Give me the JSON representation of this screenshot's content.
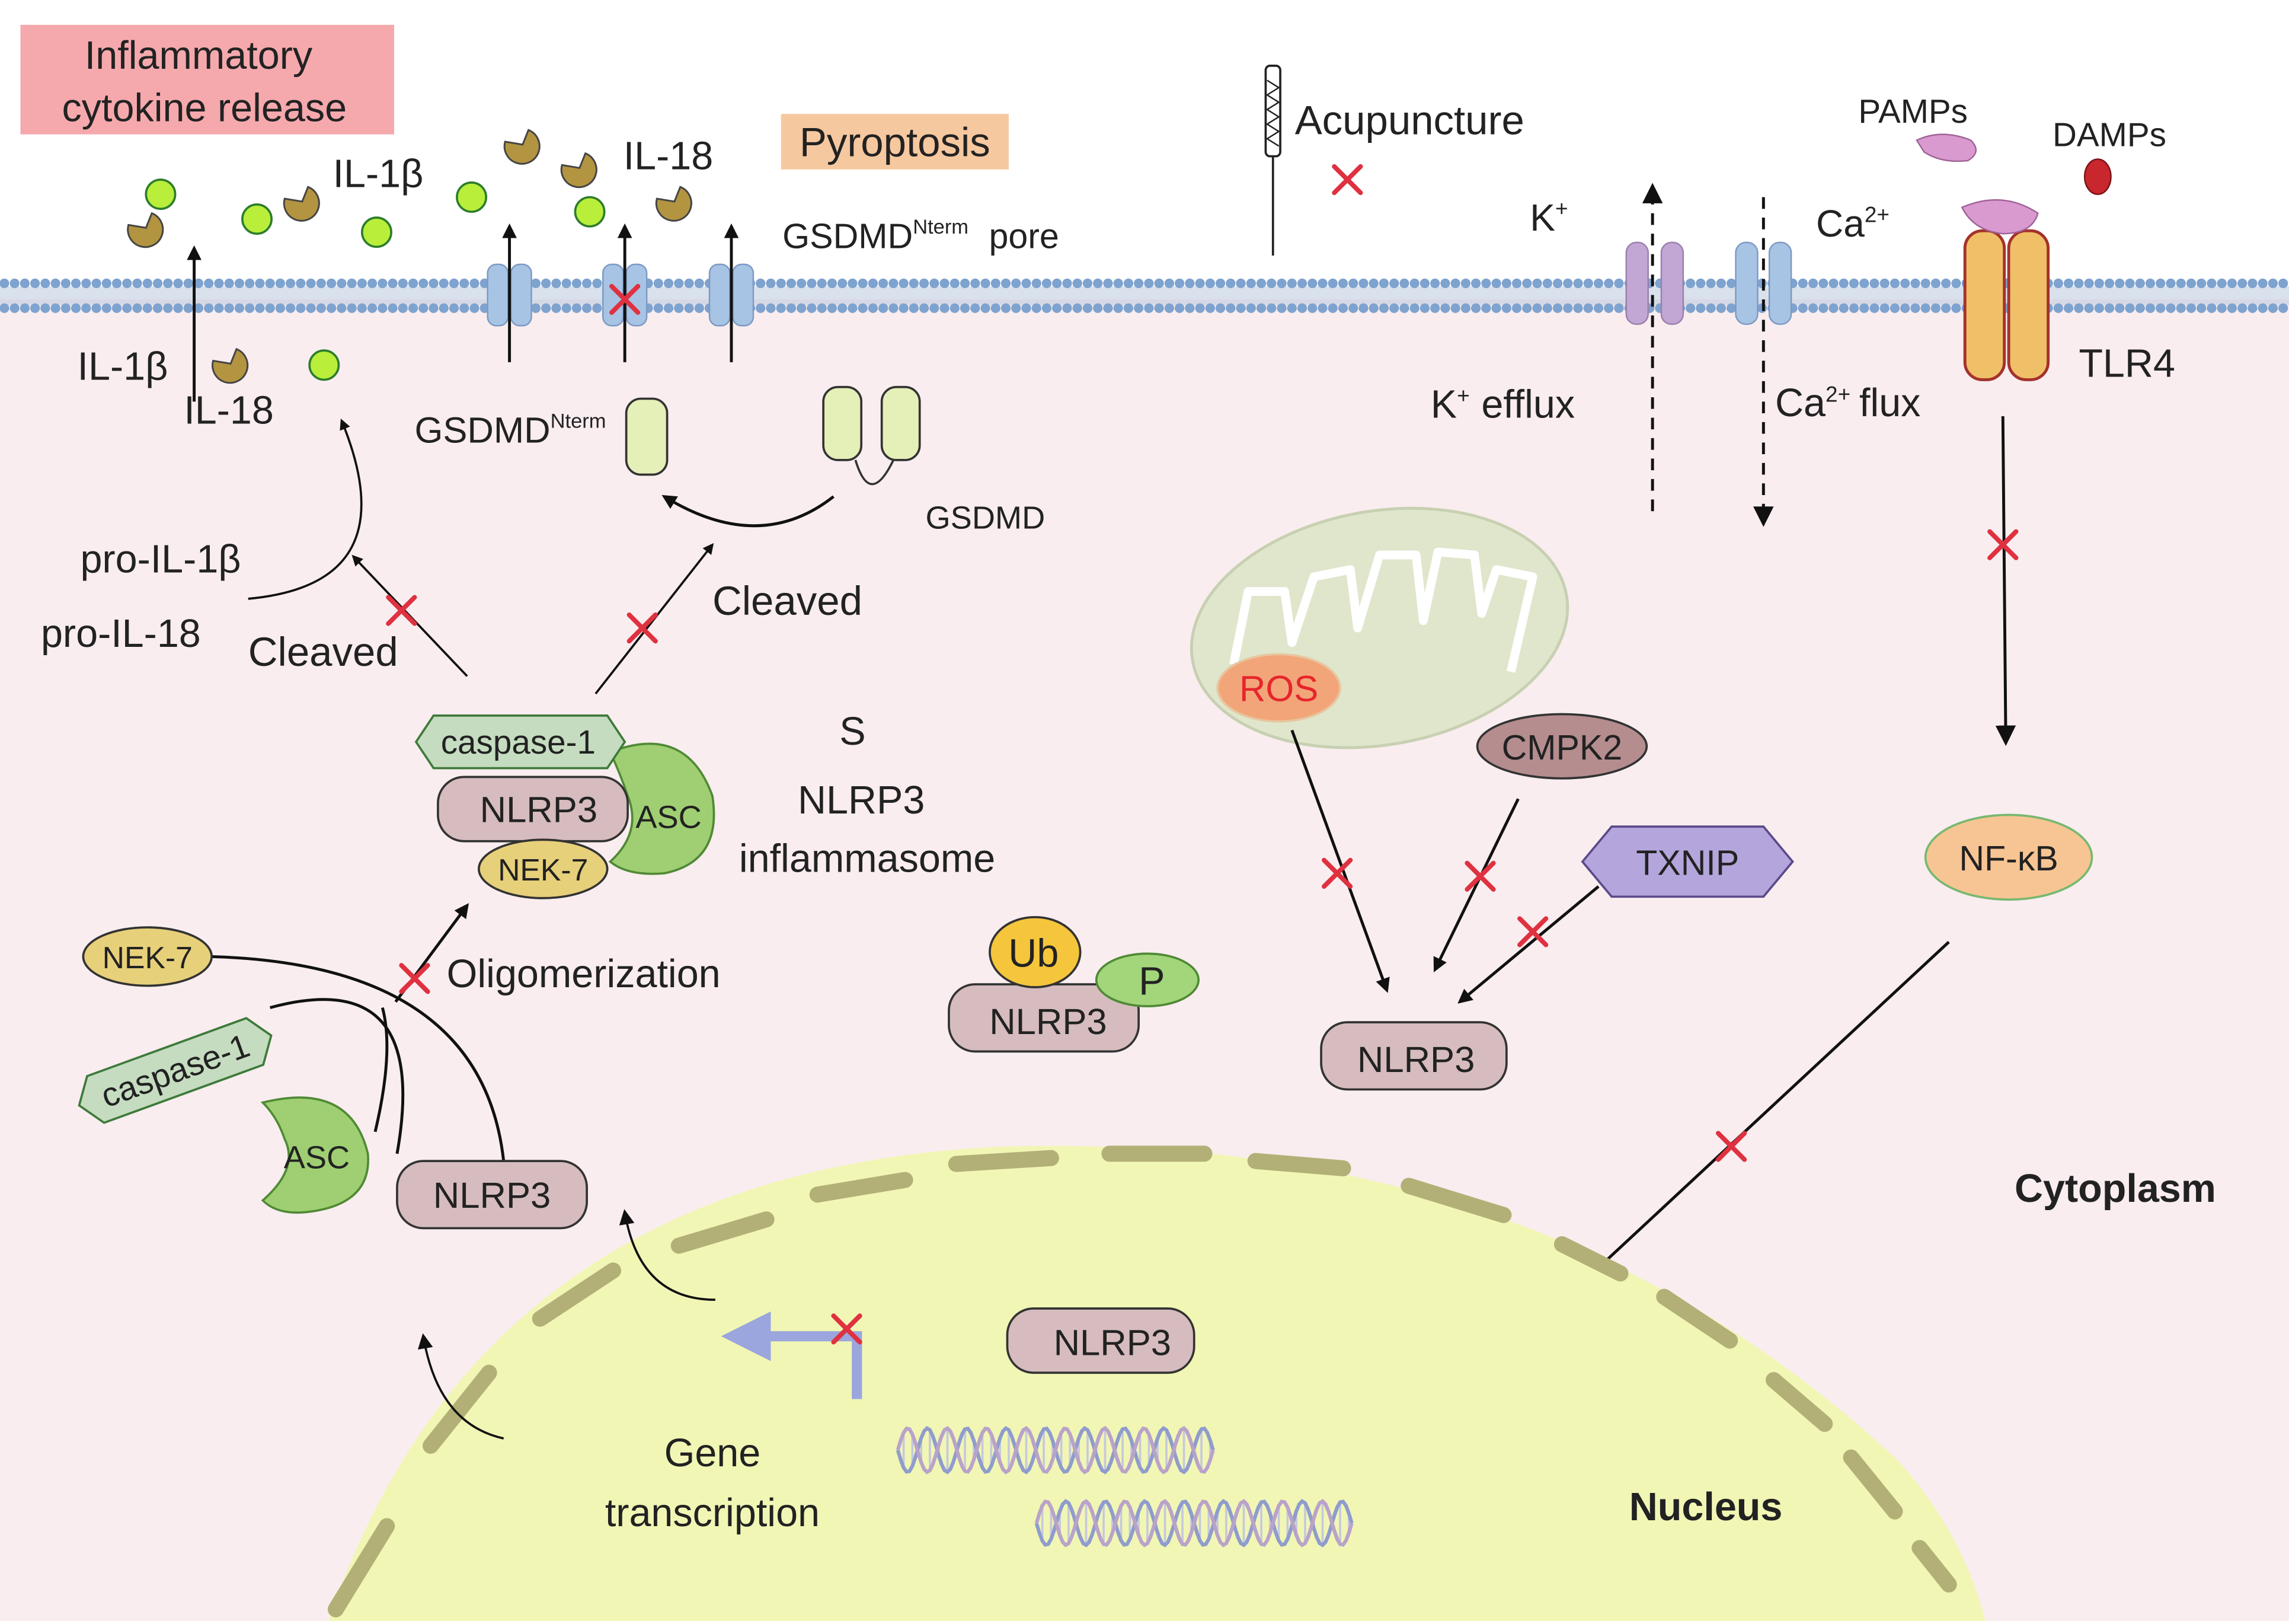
{
  "labels": {
    "inflammatory_1": "Inflammatory",
    "inflammatory_2": "cytokine release",
    "il1b_top": "IL-1β",
    "il18_top": "IL-18",
    "pyroptosis": "Pyroptosis",
    "gsdmd_pore_main": "GSDMD",
    "gsdmd_pore_sup": "Nterm",
    "gsdmd_pore_suffix": "pore",
    "acupuncture": "Acupuncture",
    "pamps": "PAMPs",
    "damps": "DAMPs",
    "k_plus": "K",
    "k_sup": "+",
    "ca_top": "Ca",
    "ca_sup": "2+",
    "tlr4": "TLR4",
    "k_efflux": "efflux",
    "ca_flux": "flux",
    "il1b_low": "IL-1β",
    "il18_low": "IL-18",
    "gsdmd_nterm_main": "GSDMD",
    "gsdmd_nterm_sup": "Nterm",
    "gsdmd": "GSDMD",
    "pro_il1b": "pro-IL-1β",
    "pro_il18": "pro-IL-18",
    "cleaved_left": "Cleaved",
    "cleaved_right": "Cleaved",
    "caspase1_complex": "caspase-1",
    "nlrp3_complex": "NLRP3",
    "asc_complex": "ASC",
    "nek7_complex": "NEK-7",
    "s_label": "S",
    "nlrp3_inflammasome_1": "NLRP3",
    "nlrp3_inflammasome_2": "inflammasome",
    "oligomerization": "Oligomerization",
    "nek7_free": "NEK-7",
    "caspase1_free": "caspase-1",
    "asc_free": "ASC",
    "nlrp3_free": "NLRP3",
    "ub": "Ub",
    "p": "P",
    "nlrp3_modified": "NLRP3",
    "ros": "ROS",
    "cmpk2": "CMPK2",
    "txnip": "TXNIP",
    "nlrp3_target": "NLRP3",
    "nfkb": "NF-κB",
    "cytoplasm": "Cytoplasm",
    "nucleus": "Nucleus",
    "nlrp3_nucleus": "NLRP3",
    "gene_1": "Gene",
    "gene_2": "transcription"
  },
  "colors": {
    "cytoplasm_bg": "#f9edef",
    "membrane_head": "#7fa3cf",
    "membrane_tail": "#b9c9dc",
    "cytokine_box": "#f5a9ad",
    "pyroptosis_box": "#f6c89f",
    "il1b_particle": "#b39440",
    "il18_particle": "#b9ee3a",
    "channel_blue": "#a8c4e4",
    "channel_purple": "#c2a6d4",
    "tlr4": "#f0c068",
    "tlr4_outline": "#a4322c",
    "pamp": "#d99ad0",
    "damp": "#c8272d",
    "gsdmd_fill": "#e5efb8",
    "nlrp3_fill": "#d6bcbe",
    "nek7_fill": "#e7d07a",
    "caspase_fill": "#c5dcc0",
    "asc_fill": "#9fcf72",
    "ub_fill": "#f5c63c",
    "p_fill": "#a3d67a",
    "mito_fill": "#dfe6cc",
    "ros_fill": "#f3a57a",
    "ros_text": "#e6262b",
    "cmpk2_fill": "#b58d8f",
    "txnip_fill": "#b4a6dc",
    "nfkb_fill": "#f7c593",
    "nucleus_fill": "#f1f6b5",
    "nuclear_pore": "#b3b077",
    "inhibit_x": "#df3140",
    "transcription_arrow": "#9aa6dd"
  }
}
